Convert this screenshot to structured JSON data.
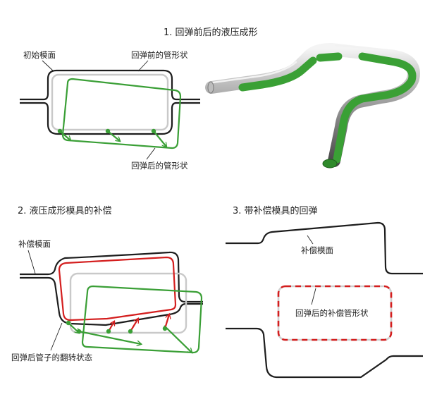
{
  "section1": {
    "title": "1. 回弹前后的液压成形",
    "label_initial_die": "初始模面",
    "label_before_springback": "回弹前的管形状",
    "label_after_springback": "回弹后的管形状"
  },
  "section2": {
    "title": "2. 液压成形模具的补偿",
    "label_compensated_die": "补偿模面",
    "label_flipped_state": "回弹后管子的翻转状态"
  },
  "section3": {
    "title": "3. 带补偿模具的回弹",
    "label_compensated_die": "补偿模面",
    "label_result": "回弹后的补偿管形状"
  },
  "colors": {
    "die": "#1d1d1d",
    "before_springback": "#c9c9c9",
    "after_springback": "#3a9f36",
    "compensated": "#d41e1e"
  }
}
